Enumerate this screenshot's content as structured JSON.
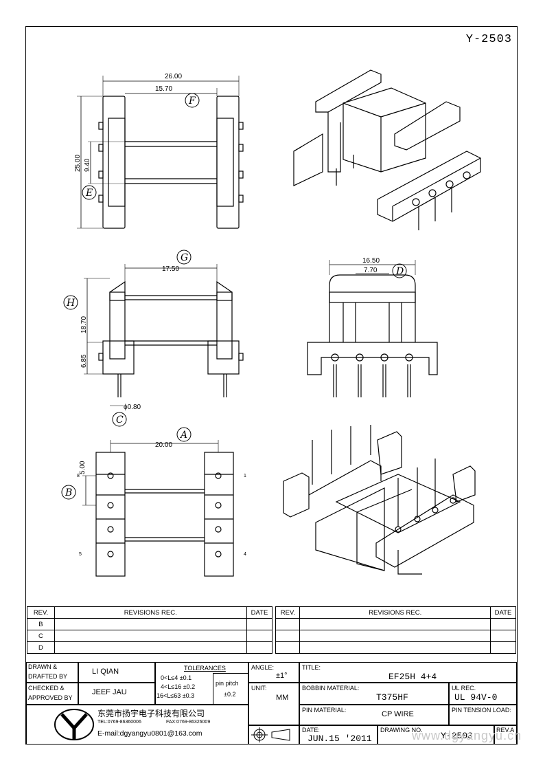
{
  "drawing_number_top": "Y-2503",
  "dims": {
    "w26": "26.00",
    "w1570": "15.70",
    "h2500": "25.00",
    "h940": "9.40",
    "w1750": "17.50",
    "h1870": "18.70",
    "h685": "6.85",
    "pin_dia": "ϕ0.80",
    "w1650": "16.50",
    "w770": "7.70",
    "w2000": "20.00",
    "h500": "5.00"
  },
  "labels": {
    "F": "F",
    "E": "E",
    "G": "G",
    "H": "H",
    "C": "C",
    "D": "D",
    "A": "A",
    "B": "B"
  },
  "pins": {
    "p8": "8",
    "p1": "1",
    "p5": "5",
    "p4": "4"
  },
  "revisions": {
    "headers": {
      "rev": "REV.",
      "rec": "REVISIONS   REC.",
      "date": "DATE"
    },
    "rows": [
      "B",
      "C",
      "D"
    ]
  },
  "title_block": {
    "drawn_label1": "DRAWN  &",
    "drawn_label2": "DRAFTED BY",
    "drawn_value": "LI QIAN",
    "checked_label1": "CHECKED  &",
    "checked_label2": "APPROVED BY",
    "checked_value": "JEEF JAU",
    "tolerances_label": "TOLERANCES",
    "tol1": "0<L≤4    ±0.1",
    "tol2": "4<L≤16  ±0.2",
    "tol3": "16<L≤63 ±0.3",
    "pin_pitch_label": "pin pitch",
    "pin_pitch_value": "±0.2",
    "angle_label": "ANGLE:",
    "angle_value": "±1°",
    "unit_label": "UNIT:",
    "unit_value": "MM",
    "title_label": "TITLE:",
    "title_value": "EF25H  4+4",
    "bobbin_label": "BOBBIN MATERIAL:",
    "bobbin_value": "T375HF",
    "ul_label": "UL REC.",
    "ul_value": "UL  94V-0",
    "pin_material_label": "PIN MATERIAL:",
    "pin_material_value": "CP WIRE",
    "pin_tension_label": "PIN TENSION LOAD:",
    "date_label": "DATE:",
    "date_value": "JUN.15 '2011",
    "drawing_no_label": "DRAWING NO.",
    "drawing_no_value": "Y-2503",
    "rev_label": "REV.A"
  },
  "company": {
    "name": "东莞市扬宇电子科技有限公司",
    "tel": "TEL:0769-86360006",
    "fax": "FAX:0769-86326009",
    "email": "E-mail:dgyangyu0801@163.com"
  },
  "watermark": "www.dgyangyu.cn"
}
